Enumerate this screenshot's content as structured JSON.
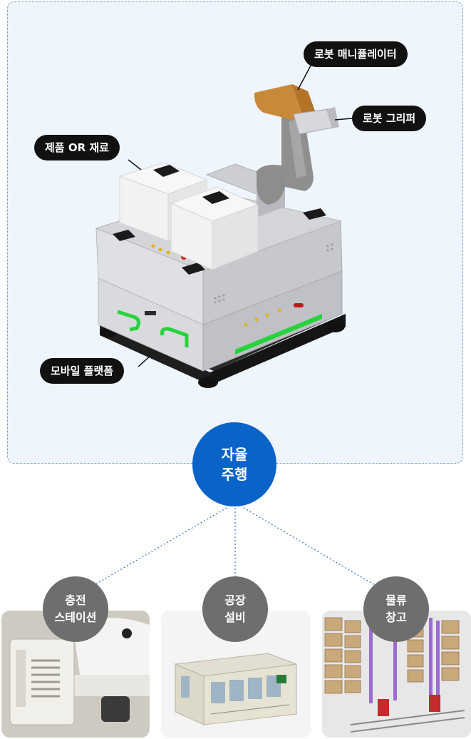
{
  "robot": {
    "callouts": {
      "manipulator": "로봇 매니퓰레이터",
      "gripper": "로봇 그리퍼",
      "product": "제품 OR 재료",
      "platform": "모바일 플랫폼"
    }
  },
  "hub": {
    "line1": "자율",
    "line2": "주행"
  },
  "applications": [
    {
      "line1": "충전",
      "line2": "스테이션"
    },
    {
      "line1": "공장",
      "line2": "설비"
    },
    {
      "line1": "물류",
      "line2": "창고"
    }
  ],
  "colors": {
    "hub": "#0a63c9",
    "badge": "#6e6e6e",
    "callout": "#111111",
    "panel": "#eef5fd",
    "led": "#28d23c"
  }
}
